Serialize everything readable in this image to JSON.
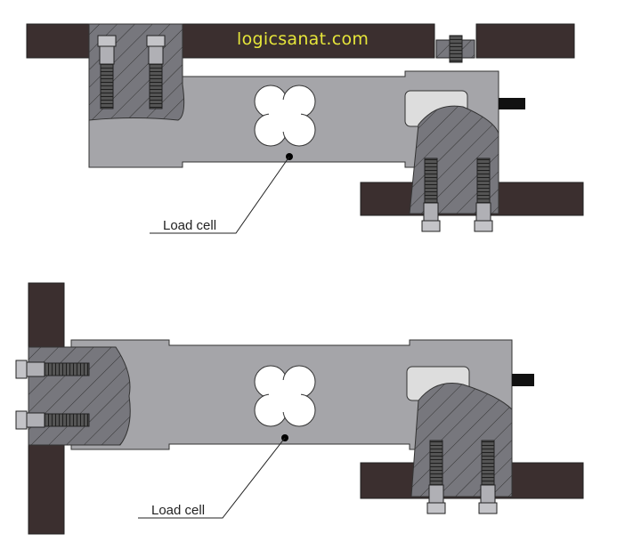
{
  "watermark": "logicsanat.com",
  "diagrams": [
    {
      "label": "Load cell"
    },
    {
      "label": "Load cell"
    }
  ],
  "colors": {
    "plate": "#3b2f2f",
    "beam": "#a5a5a9",
    "hatched": "#77777d",
    "bolt": "#9a9aa0",
    "watermark": "#e6e63a"
  }
}
